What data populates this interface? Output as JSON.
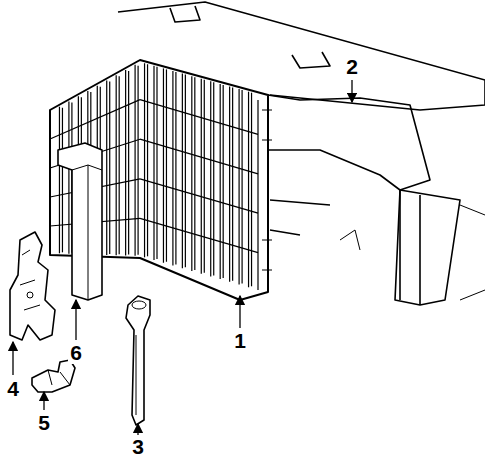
{
  "diagram": {
    "labels": [
      "2",
      "1",
      "6",
      "4",
      "5",
      "3"
    ]
  }
}
